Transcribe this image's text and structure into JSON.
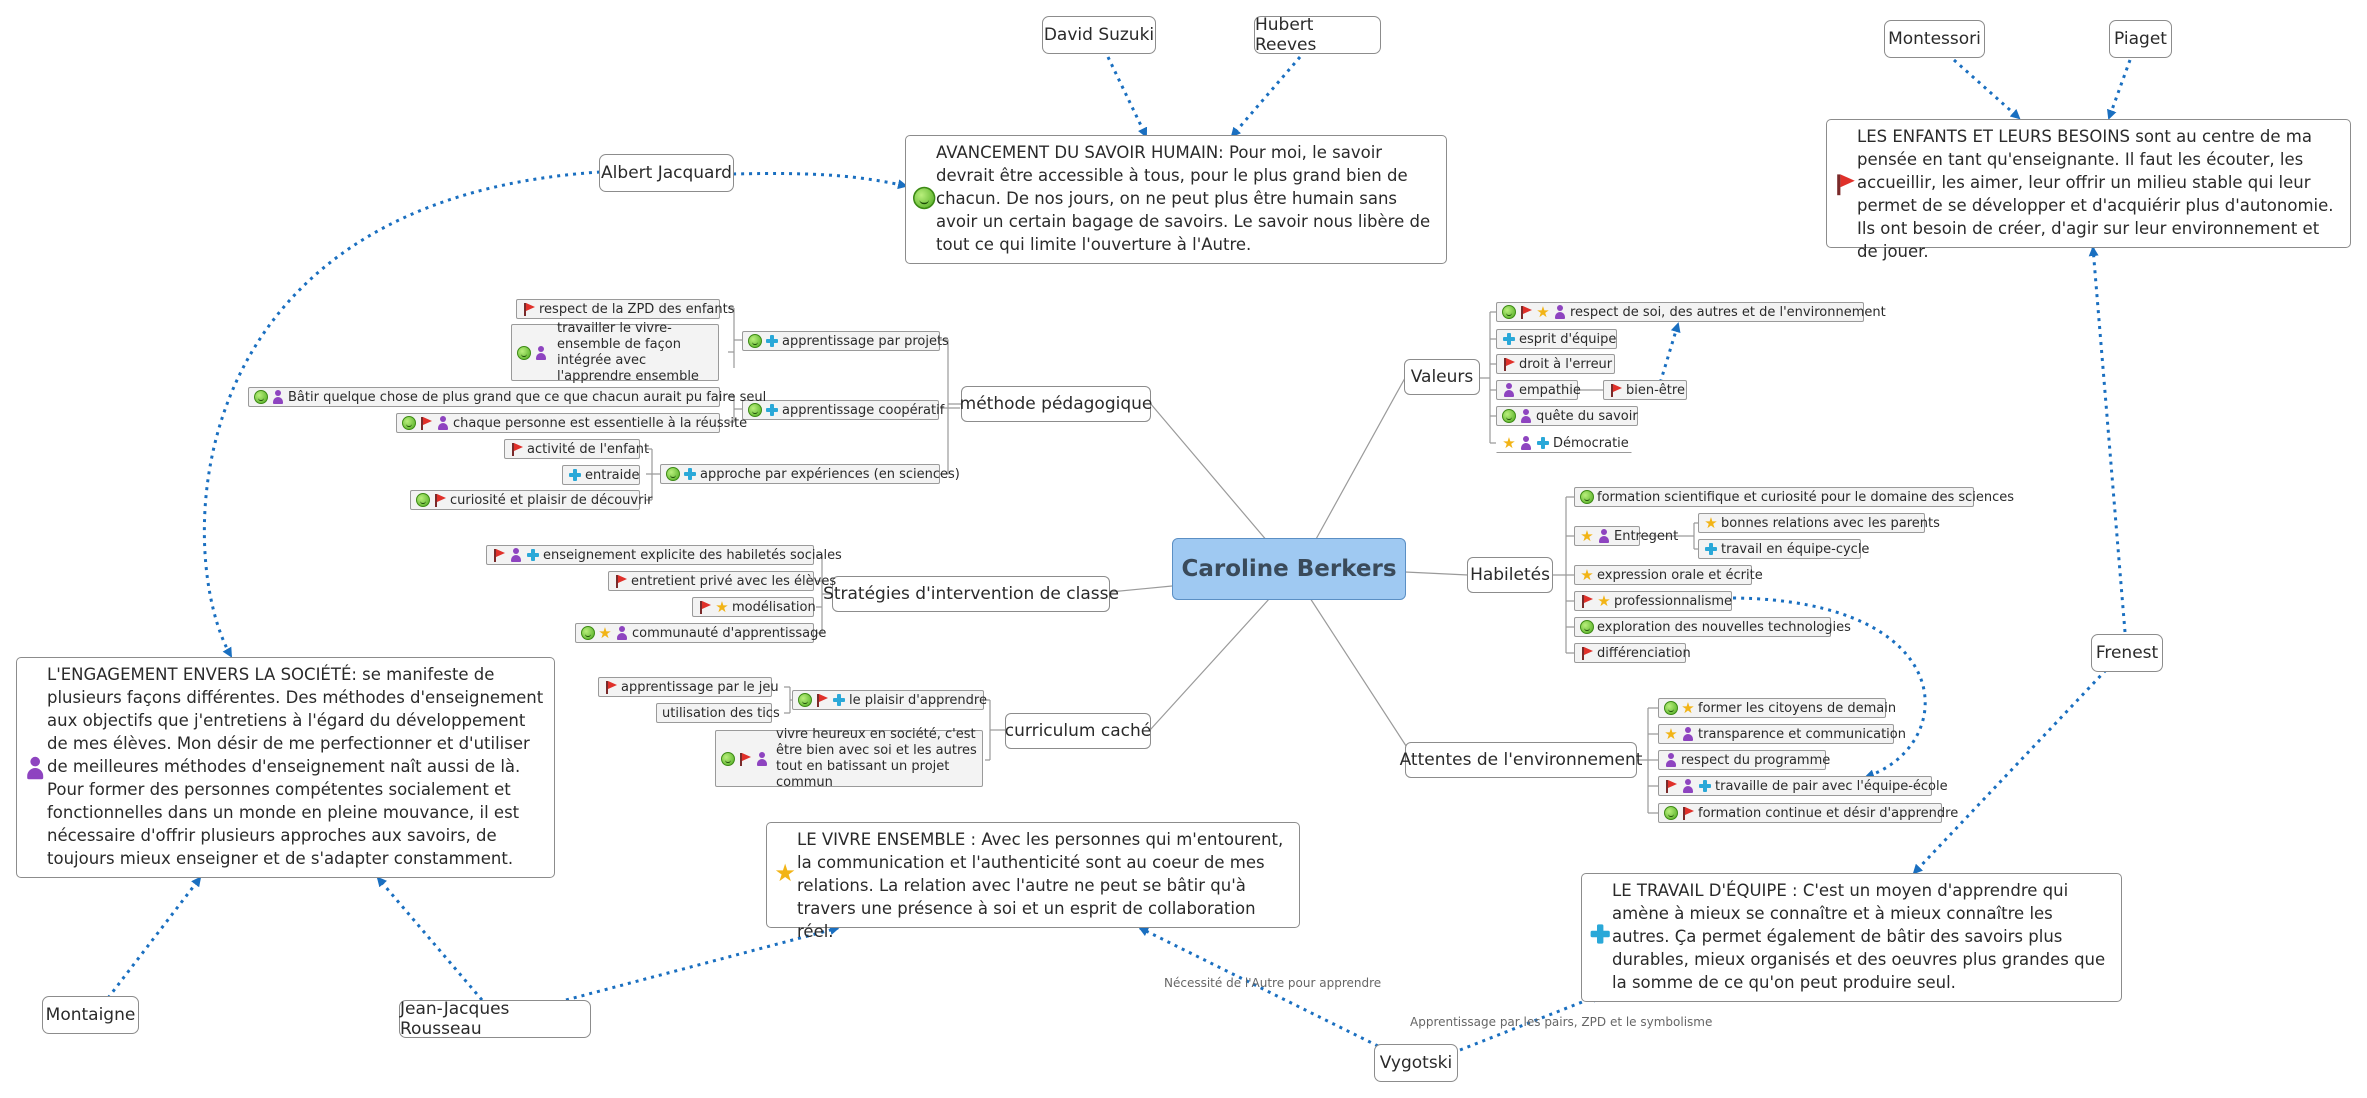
{
  "central": "Caroline Berkers",
  "topics": {
    "methode": "méthode pédagogique",
    "strategies": "Stratégies d'intervention de classe",
    "curriculum": "curriculum caché",
    "valeurs": "Valeurs",
    "habiletes": "Habiletés",
    "attentes": "Attentes de l'environnement"
  },
  "methode": {
    "projets": "apprentissage par projets",
    "zpd": "respect de la ZPD des enfants",
    "vivre_ensemble": "travailler le vivre-ensemble de façon intégrée avec l'apprendre ensemble",
    "cooperatif": "apprentissage coopératif",
    "batir": "Bâtir quelque chose de plus grand que ce que chacun aurait pu faire seul",
    "chaque": "chaque personne est essentielle à la réussite",
    "experiences": "approche par expériences (en sciences)",
    "activite": "activité de l'enfant",
    "entraide": "entraide",
    "curiosite": "curiosité et plaisir de découvrir"
  },
  "strategies": {
    "explicite": "enseignement explicite des habiletés sociales",
    "entretient": "entretient privé avec les élèves",
    "modelisation": "modélisation",
    "communaute": "communauté d'apprentissage"
  },
  "curriculum": {
    "plaisir": "le plaisir d'apprendre",
    "jeu": "apprentissage par le jeu",
    "tics": "utilisation des tics",
    "heureux": "vivre heureux en société, c'est être bien avec soi et les autres tout en batissant un projet commun"
  },
  "valeurs": {
    "respect": "respect de soi, des autres et de l'environnement",
    "equipe": "esprit d'équipe",
    "erreur": "droit à l'erreur",
    "empathie": "empathie",
    "bien_etre": "bien-être",
    "savoir": "quête du savoir",
    "democratie": "Démocratie"
  },
  "habiletes": {
    "formation": "formation scientifique et curiosité pour le domaine des sciences",
    "entregent": "Entregent",
    "parents": "bonnes relations avec les parents",
    "cycle": "travail en équipe-cycle",
    "expression": "expression orale et écrite",
    "pro": "professionnalisme",
    "techno": "exploration des nouvelles technologies",
    "differenciation": "différenciation"
  },
  "attentes": {
    "citoyens": "former les citoyens de demain",
    "transparence": "transparence et communication",
    "programme": "respect du programme",
    "pair": "travaille de pair avec l'équipe-école",
    "continue": "formation continue et désir d'apprendre"
  },
  "notes": {
    "savoir": "AVANCEMENT DU SAVOIR HUMAIN: Pour moi, le savoir devrait être accessible à tous, pour le plus grand bien de chacun. De nos jours, on ne peut plus être humain sans avoir un certain bagage de savoirs. Le savoir nous libère  de tout ce qui limite l'ouverture à l'Autre.",
    "enfants": "LES ENFANTS ET LEURS BESOINS sont au centre de ma pensée en tant qu'enseignante. Il faut les écouter, les accueillir, les aimer, leur offrir un milieu stable qui leur permet de se développer et d'acquiérir plus d'autonomie. Ils ont besoin de créer, d'agir sur leur environnement et de jouer.",
    "engagement": "L'ENGAGEMENT ENVERS LA SOCIÉTÉ: se manifeste de plusieurs façons différentes. Des méthodes d'enseignement aux objectifs que j'entretiens à l'égard du développement de mes élèves. Mon désir de me perfectionner et d'utiliser de meilleures méthodes d'enseignement naît aussi de là. Pour former des personnes compétentes socialement et fonctionnelles dans un monde en pleine mouvance, il est nécessaire d'offrir plusieurs approches aux savoirs, de toujours mieux enseigner et de s'adapter constamment.",
    "vivre": "LE VIVRE ENSEMBLE : Avec les personnes qui m'entourent, la communication et l'authenticité sont au coeur de mes relations. La relation avec l'autre ne peut se bâtir qu'à travers une présence à soi et un esprit de collaboration réel.",
    "travail": "LE TRAVAIL D'ÉQUIPE : C'est un moyen d'apprendre qui amène à mieux se connaître et à mieux connaître les autres. Ça permet également de bâtir des savoirs plus durables, mieux organisés et des oeuvres plus grandes que la somme de ce qu'on peut produire seul."
  },
  "people": {
    "suzuki": "David Suzuki",
    "reeves": "Hubert Reeves",
    "montessori": "Montessori",
    "piaget": "Piaget",
    "jacquard": "Albert Jacquard",
    "frenest": "Frenest",
    "montaigne": "Montaigne",
    "rousseau": "Jean-Jacques Rousseau",
    "vygotski": "Vygotski"
  },
  "labels": {
    "autre": "Nécessité de l'Autre pour apprendre",
    "pairs": "Apprentissage par les pairs, ZPD et le symbolisme"
  },
  "colors": {
    "central_fill": "#9fc9f2",
    "link": "#1a6fc0",
    "branch": "#9a9a9a"
  }
}
